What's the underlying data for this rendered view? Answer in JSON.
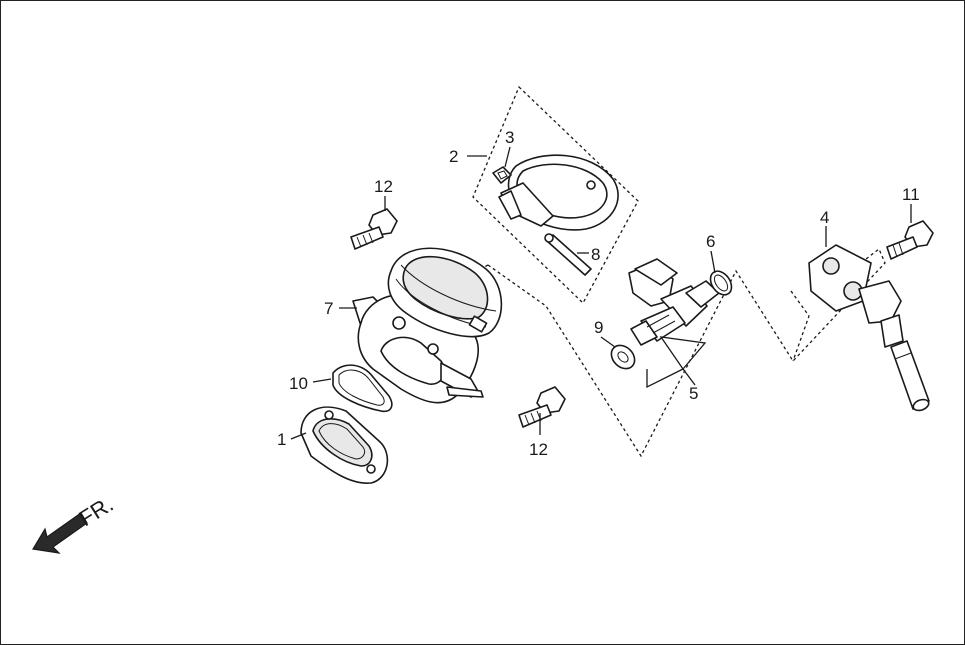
{
  "callouts": [
    {
      "id": "1",
      "text": "1"
    },
    {
      "id": "2",
      "text": "2"
    },
    {
      "id": "3",
      "text": "3"
    },
    {
      "id": "4",
      "text": "4"
    },
    {
      "id": "5",
      "text": "5"
    },
    {
      "id": "6",
      "text": "6"
    },
    {
      "id": "7",
      "text": "7"
    },
    {
      "id": "8",
      "text": "8"
    },
    {
      "id": "9",
      "text": "9"
    },
    {
      "id": "10",
      "text": "10"
    },
    {
      "id": "11",
      "text": "11"
    },
    {
      "id": "12a",
      "text": "12"
    },
    {
      "id": "12b",
      "text": "12"
    }
  ],
  "direction": {
    "label": "FR."
  }
}
